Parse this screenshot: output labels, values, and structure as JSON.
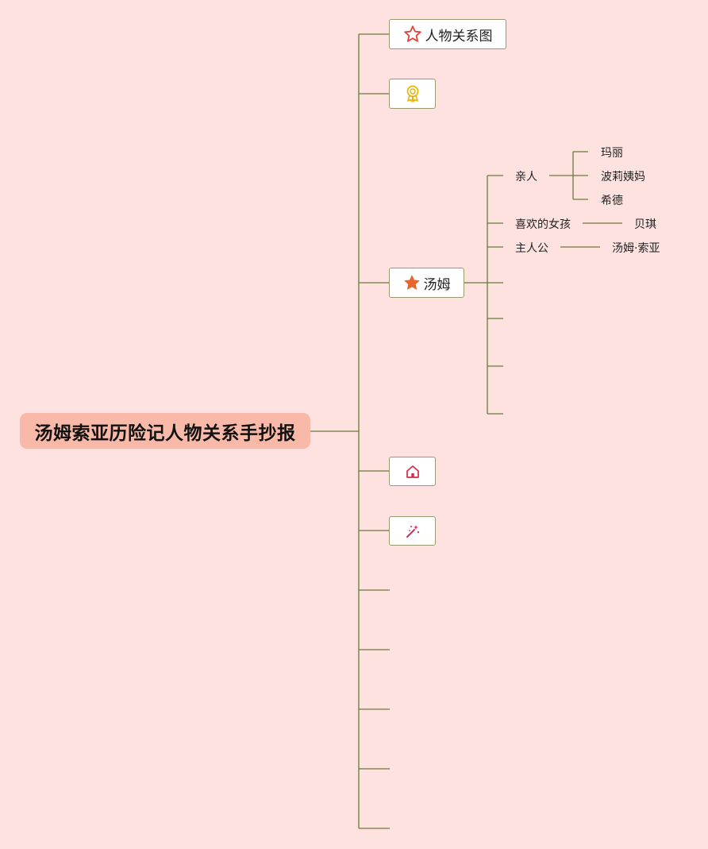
{
  "root": {
    "title": "汤姆索亚历险记人物关系手抄报"
  },
  "branches": [
    {
      "label": "人物关系图",
      "icon": "star-outline-icon"
    },
    {
      "label": "",
      "icon": "award-ribbon-icon"
    },
    {
      "label": "汤姆",
      "icon": "star-filled-icon"
    },
    {
      "label": "",
      "icon": "home-icon"
    },
    {
      "label": "",
      "icon": "magic-wand-icon"
    }
  ],
  "tom": {
    "children": [
      {
        "label": "亲人",
        "children": [
          "玛丽",
          "波莉姨妈",
          "希德"
        ]
      },
      {
        "label": "喜欢的女孩",
        "children": [
          "贝琪"
        ]
      },
      {
        "label": "主人公",
        "children": [
          "汤姆·索亚"
        ]
      }
    ]
  },
  "colors": {
    "background": "#fde2e0",
    "root_fill": "#f9b9a8",
    "line": "#6b7a3a",
    "box_border": "#9a9a72",
    "star_outline": "#e0443a",
    "star_filled": "#e8642c",
    "award": "#e8b400",
    "home": "#d42a4e",
    "wand": "#d42a6a"
  }
}
